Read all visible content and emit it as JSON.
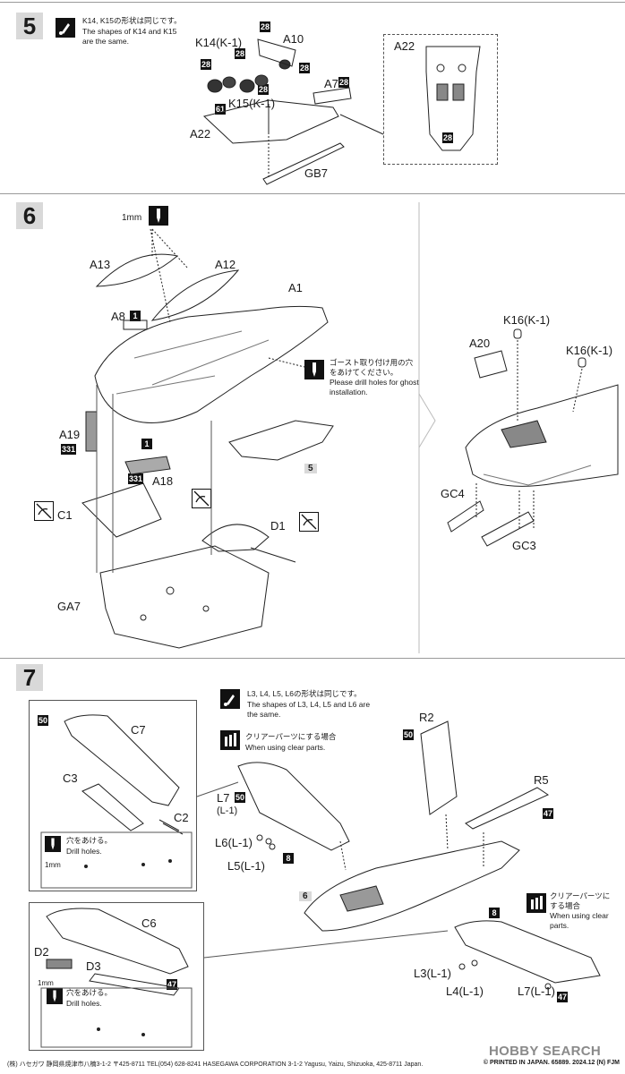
{
  "steps": {
    "step5": {
      "number": "5",
      "note_jp": "K14, K15の形状は同じです。",
      "note_en": "The shapes of K14 and K15 are the same.",
      "labels": {
        "k14": "K14(K-1)",
        "k15": "K15(K-1)",
        "a10": "A10",
        "a7": "A7",
        "a22": "A22",
        "gb7": "GB7",
        "a22_inset": "A22"
      },
      "badges": [
        "28",
        "28",
        "28",
        "28",
        "61",
        "28",
        "28",
        "28"
      ]
    },
    "step6": {
      "number": "6",
      "drill_size": "1mm",
      "labels": {
        "a13": "A13",
        "a12": "A12",
        "a1": "A1",
        "a8": "A8",
        "a19": "A19",
        "a18": "A18",
        "c1": "C1",
        "d1": "D1",
        "ga7": "GA7",
        "k16_a": "K16(K-1)",
        "k16_b": "K16(K-1)",
        "a20": "A20",
        "gc4": "GC4",
        "gc3": "GC3",
        "ref5": "5"
      },
      "note_jp": "ゴースト取り付け用の穴をあけてください。",
      "note_en": "Please drill holes for ghost installation.",
      "badges": [
        "1",
        "331",
        "331",
        "1"
      ]
    },
    "step7": {
      "number": "7",
      "note_jp": "L3, L4, L5, L6の形状は同じです。",
      "note_en": "The shapes of L3, L4, L5 and L6 are the same.",
      "clear_jp": "クリアーパーツにする場合",
      "clear_en": "When using clear parts.",
      "clear2_jp": "クリアーパーツにする場合",
      "clear2_en": "When using clear parts.",
      "drill_jp": "穴をあける。",
      "drill_en": "Drill holes.",
      "drill2_jp": "穴をあける。",
      "drill2_en": "Drill holes.",
      "drill_size": "1mm",
      "drill2_size": "1mm",
      "labels": {
        "c7": "C7",
        "c3": "C3",
        "c2": "C2",
        "c6": "C6",
        "d2": "D2",
        "d3": "D3",
        "l7": "L7",
        "l7b": "(L-1)",
        "l6": "L6(L-1)",
        "l5": "L5(L-1)",
        "r2": "R2",
        "r5": "R5",
        "l3": "L3(L-1)",
        "l4": "L4(L-1)",
        "l7r": "L7(L-1)",
        "ref6": "6"
      },
      "badges": [
        "50",
        "50",
        "8",
        "50",
        "47",
        "8",
        "47",
        "47"
      ]
    }
  },
  "footer": {
    "left": "(株) ハセガワ 静岡県焼津市八楠3-1-2 〒425-8711 TEL(054) 628-8241  HASEGAWA CORPORATION 3-1-2 Yagusu, Yaizu, Shizuoka, 425-8711 Japan.",
    "right": "© PRINTED IN JAPAN. 65889. 2024.12 (N) FJM"
  },
  "watermark": "HOBBY SEARCH",
  "colors": {
    "ink": "#1a1a1a",
    "step_bg": "#d9d9d9",
    "badge": "#111111"
  }
}
